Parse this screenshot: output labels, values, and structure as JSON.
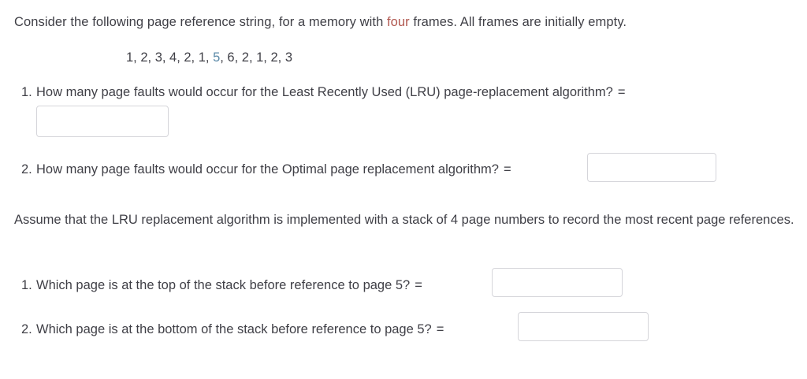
{
  "document": {
    "background_color": "#ffffff",
    "text_color": "#3f3f46",
    "accent_colors": {
      "highlight_red": "#b0564e",
      "highlight_blue": "#5b8aa8",
      "input_border": "#d5d5da"
    }
  },
  "intro": {
    "part1": "Consider the following page reference string, for a memory with ",
    "emphasis": "four",
    "part2": " frames. All frames are initially empty."
  },
  "reference_string": {
    "prefix": "1, 2, 3, 4, 2, 1, ",
    "highlight": "5",
    "suffix": ", 6, 2, 1, 2, 3",
    "full": "1, 2, 3, 4, 2, 1, 5, 6, 2, 1, 2, 3",
    "values": [
      1,
      2,
      3,
      4,
      2,
      1,
      5,
      6,
      2,
      1,
      2,
      3
    ],
    "highlight_index": 6
  },
  "list1": [
    {
      "number": "1.",
      "text": "How many page faults would occur for the Least Recently Used (LRU) page-replacement algorithm?",
      "equals": "=",
      "answer_value": "",
      "answer_placeholder": ""
    },
    {
      "number": "2.",
      "text": "How many page faults would occur for the Optimal page replacement algorithm?",
      "equals": "=",
      "answer_value": "",
      "answer_placeholder": ""
    }
  ],
  "assume_paragraph": "Assume that the LRU replacement algorithm is implemented with a stack of 4 page numbers to record the most recent page references.",
  "list2": [
    {
      "number": "1.",
      "text": "Which page is at the top of the stack before reference to page 5?",
      "equals": "=",
      "answer_value": "",
      "answer_placeholder": ""
    },
    {
      "number": "2.",
      "text": "Which page is at the bottom of the stack before reference to page 5?",
      "equals": "=",
      "answer_value": "",
      "answer_placeholder": ""
    }
  ]
}
